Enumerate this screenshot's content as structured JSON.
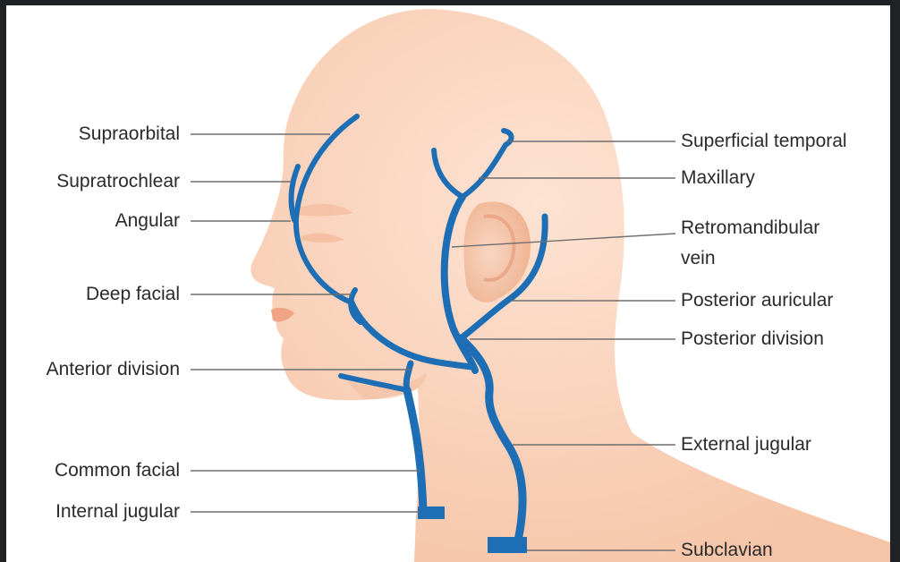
{
  "colors": {
    "frame": "#1f2124",
    "background": "#ffffff",
    "skin": "#f8c9ad",
    "skin_light": "#fde3d3",
    "vein": "#1d6eb4",
    "leader": "#6e6e6e",
    "text": "#2a2a2a"
  },
  "labels": {
    "supraorbital": "Supraorbital",
    "supratrochlear": "Supratrochlear",
    "angular": "Angular",
    "deep_facial": "Deep facial",
    "anterior_division": "Anterior division",
    "common_facial": "Common facial",
    "internal_jugular": "Internal jugular",
    "superficial_temporal": "Superficial temporal",
    "maxillary": "Maxillary",
    "retromandibular_line1": "Retromandibular",
    "retromandibular_line2": "vein",
    "posterior_auricular": "Posterior auricular",
    "posterior_division": "Posterior division",
    "external_jugular": "External jugular",
    "subclavian": "Subclavian"
  }
}
